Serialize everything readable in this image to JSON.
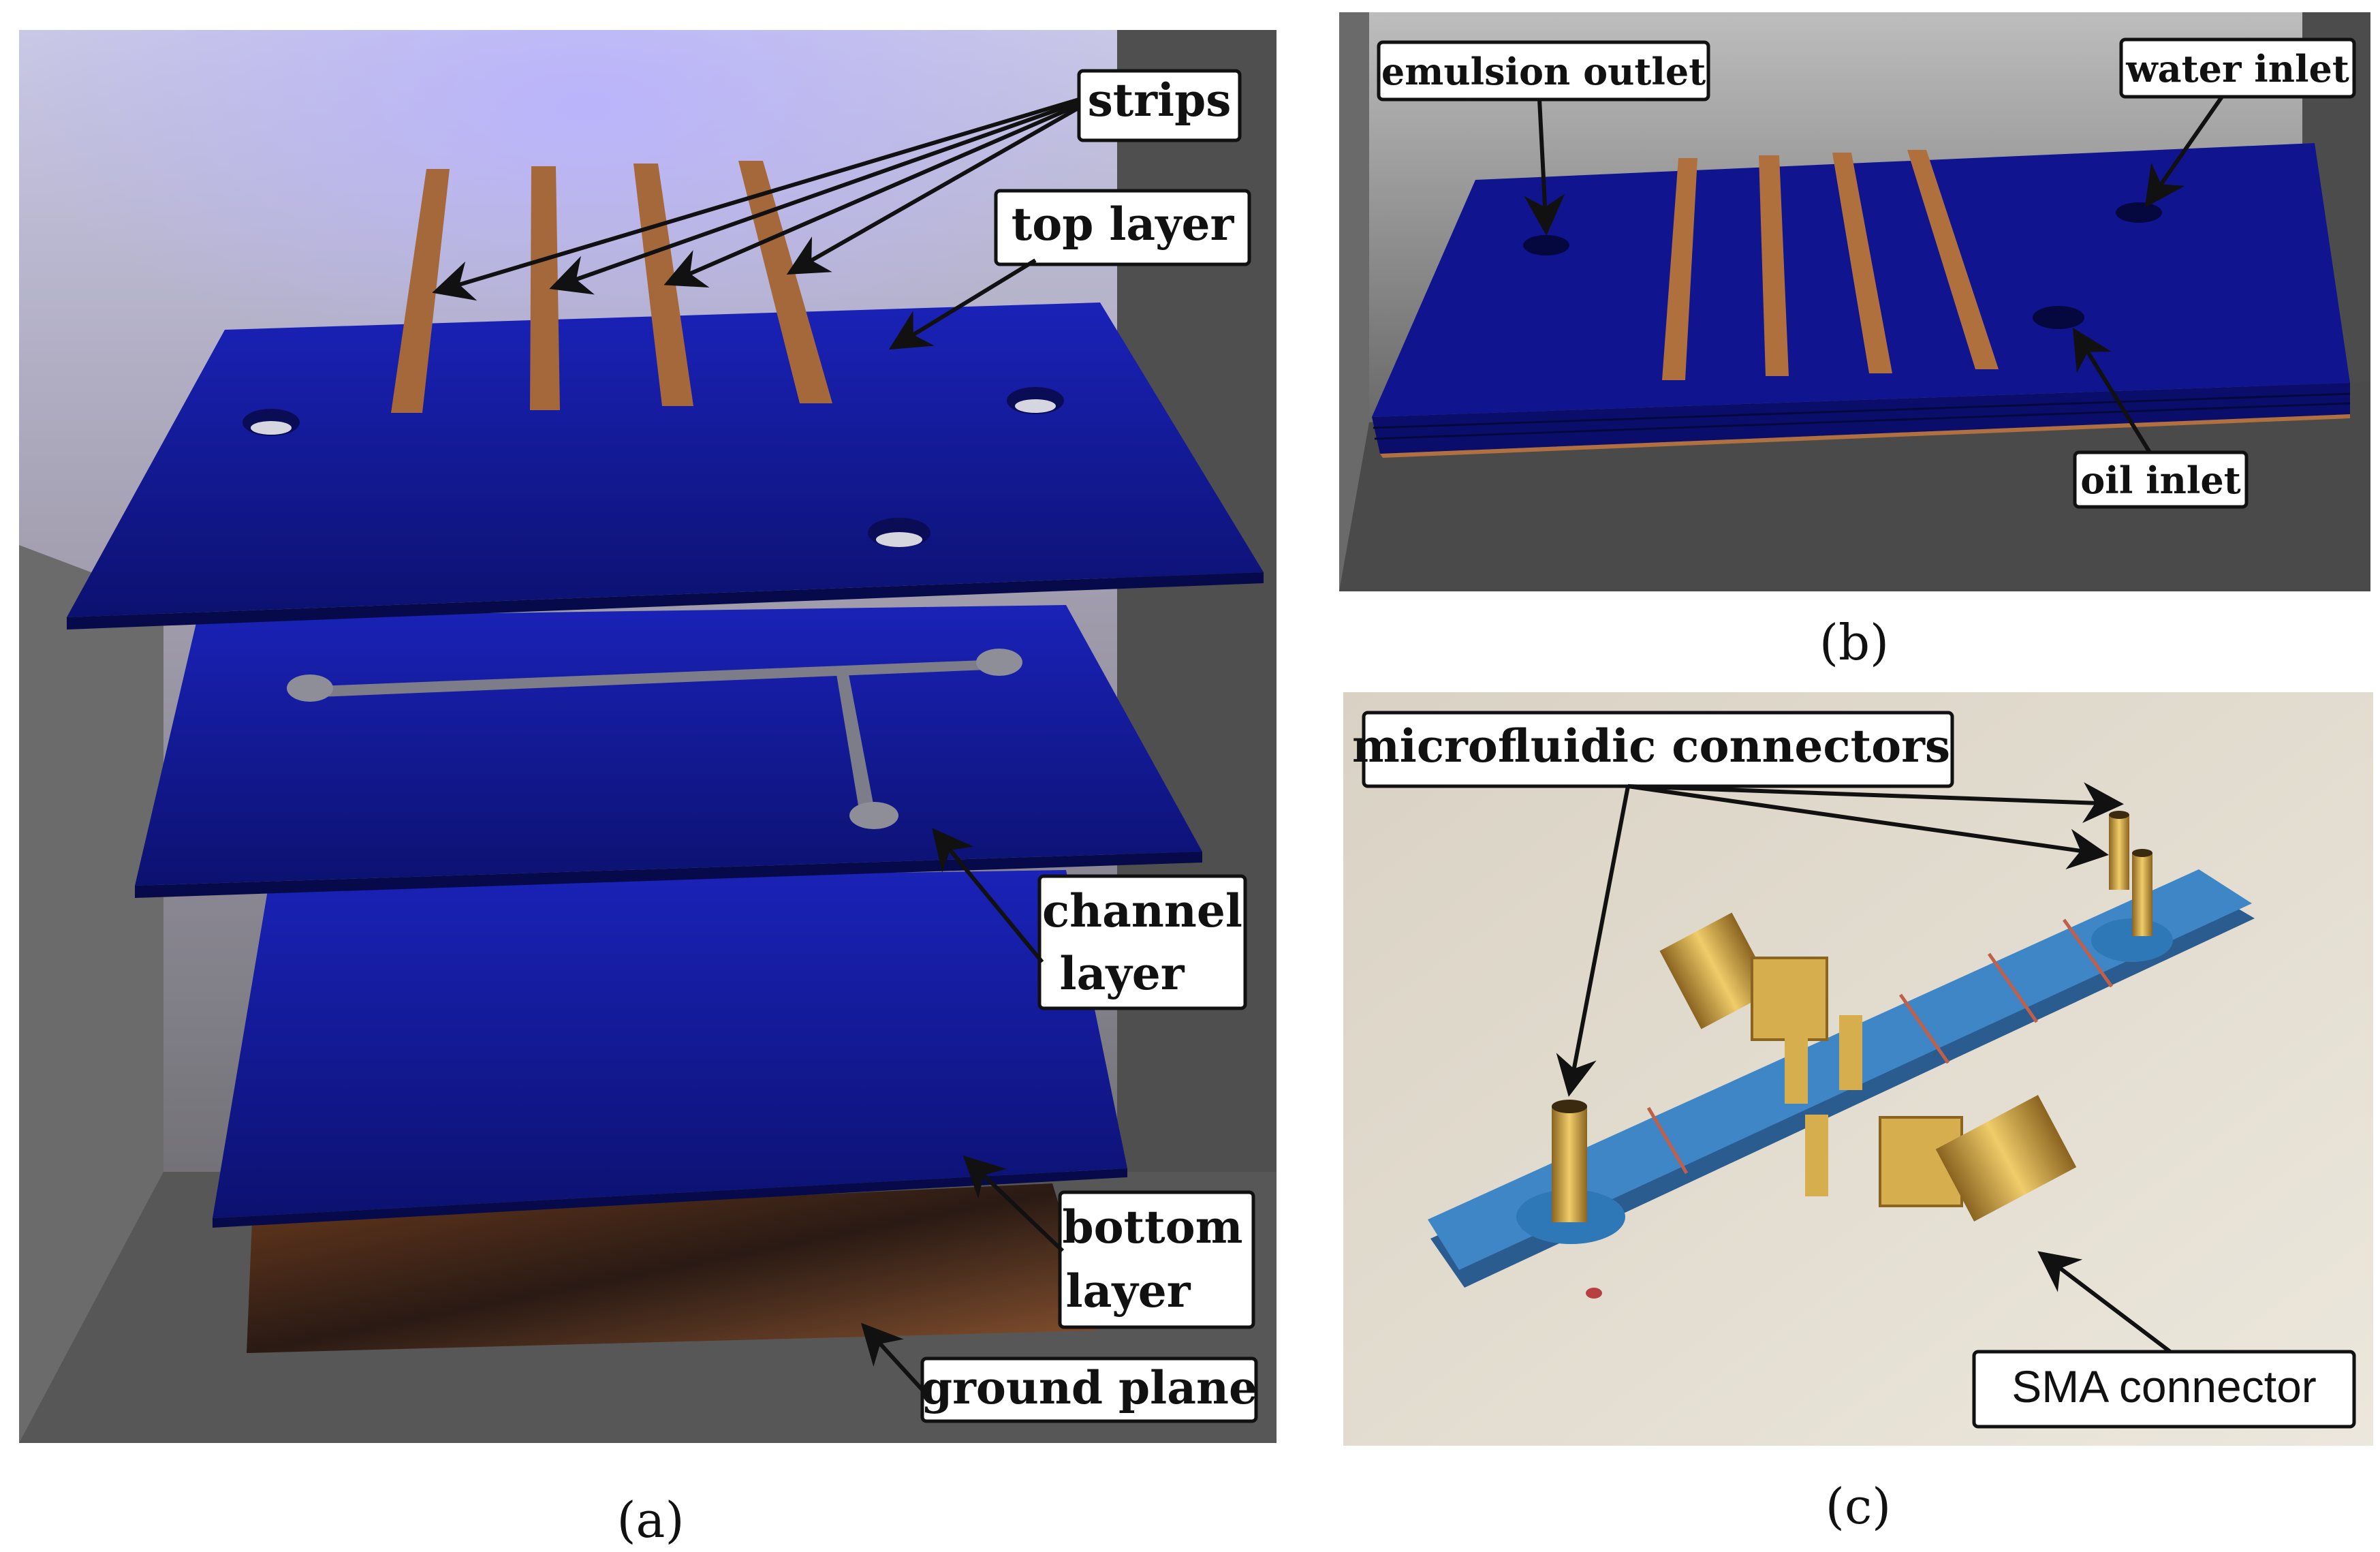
{
  "panel_a": {
    "caption": "(a)",
    "labels": {
      "strips": "strips",
      "top_layer": "top layer",
      "channel_layer_line1": "channel",
      "channel_layer_line2": "layer",
      "bottom_layer_line1": "bottom",
      "bottom_layer_line2": "layer",
      "ground_plane": "ground plane"
    }
  },
  "panel_b": {
    "caption": "(b)",
    "labels": {
      "emulsion_outlet": "emulsion outlet",
      "water_inlet": "water inlet",
      "oil_inlet": "oil inlet"
    }
  },
  "panel_c": {
    "caption": "(c)",
    "labels": {
      "microfluidic_connectors": "microfluidic connectors",
      "sma_connector": "SMA connector"
    }
  },
  "colors": {
    "substrate_blue": "#10148f",
    "copper": "#b0703e",
    "photo_board_blue": "#3f86c6",
    "brass": "#c8a040"
  }
}
